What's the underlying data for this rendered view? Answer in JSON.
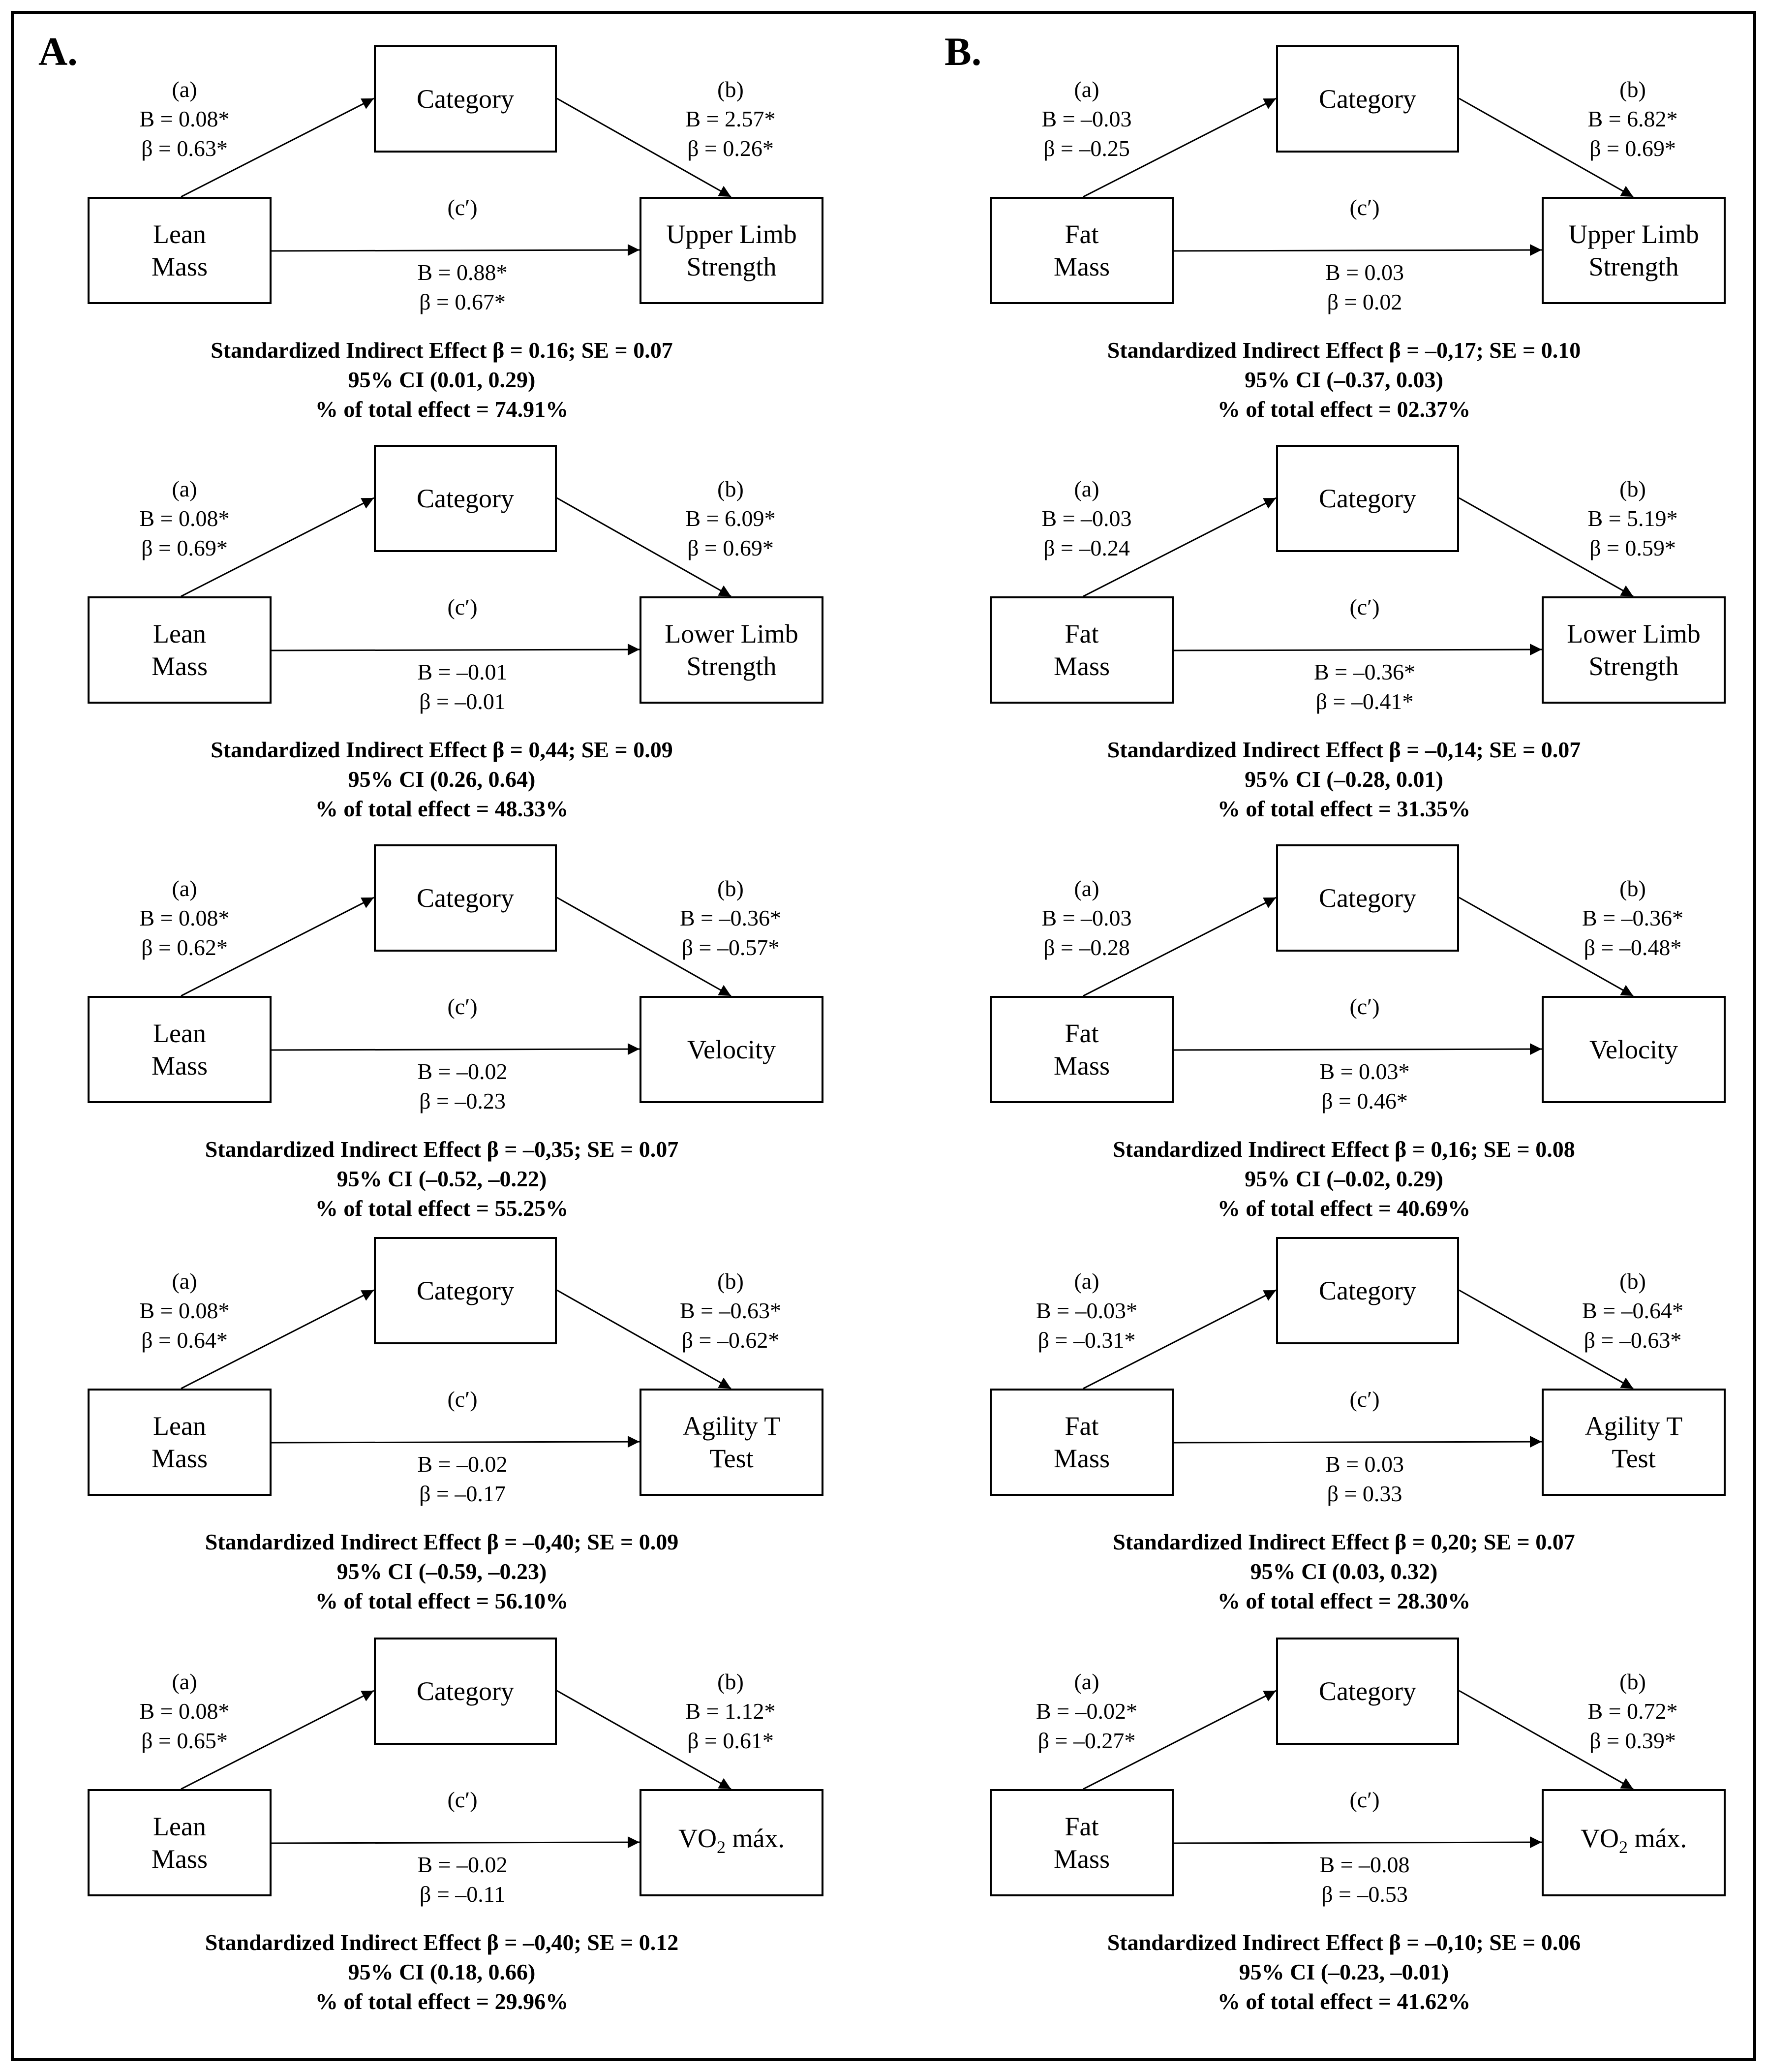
{
  "panels": [
    {
      "label": "A.",
      "models": [
        {
          "predictor": [
            "Lean",
            "Mass"
          ],
          "mediator": "Category",
          "outcome": [
            "Upper Limb",
            "Strength"
          ],
          "a": [
            "(a)",
            "B = 0.08*",
            "β = 0.63*"
          ],
          "b": [
            "(b)",
            "B = 2.57*",
            "β = 0.26*"
          ],
          "c_label": "(c′)",
          "c": [
            "B = 0.88*",
            "β = 0.67*"
          ],
          "summary": [
            "Standardized Indirect Effect β = 0.16; SE = 0.07",
            "95% CI (0.01, 0.29)",
            "% of total effect = 74.91%"
          ]
        },
        {
          "predictor": [
            "Lean",
            "Mass"
          ],
          "mediator": "Category",
          "outcome": [
            "Lower Limb",
            "Strength"
          ],
          "a": [
            "(a)",
            "B = 0.08*",
            "β = 0.69*"
          ],
          "b": [
            "(b)",
            "B = 6.09*",
            "β = 0.69*"
          ],
          "c_label": "(c′)",
          "c": [
            "B = –0.01",
            "β = –0.01"
          ],
          "summary": [
            "Standardized Indirect Effect β = 0,44; SE = 0.09",
            "95% CI (0.26, 0.64)",
            "% of total effect = 48.33%"
          ]
        },
        {
          "predictor": [
            "Lean",
            "Mass"
          ],
          "mediator": "Category",
          "outcome": [
            "Velocity"
          ],
          "a": [
            "(a)",
            "B = 0.08*",
            "β = 0.62*"
          ],
          "b": [
            "(b)",
            "B = –0.36*",
            "β = –0.57*"
          ],
          "c_label": "(c′)",
          "c": [
            "B = –0.02",
            "β = –0.23"
          ],
          "summary": [
            "Standardized Indirect Effect β = –0,35; SE = 0.07",
            "95% CI (–0.52, –0.22)",
            "% of total effect = 55.25%"
          ]
        },
        {
          "predictor": [
            "Lean",
            "Mass"
          ],
          "mediator": "Category",
          "outcome": [
            "Agility T",
            "Test"
          ],
          "a": [
            "(a)",
            "B = 0.08*",
            "β = 0.64*"
          ],
          "b": [
            "(b)",
            "B = –0.63*",
            "β = –0.62*"
          ],
          "c_label": "(c′)",
          "c": [
            "B = –0.02",
            "β = –0.17"
          ],
          "summary": [
            "Standardized Indirect Effect β = –0,40; SE = 0.09",
            "95% CI (–0.59, –0.23)",
            "% of total effect = 56.10%"
          ]
        },
        {
          "predictor": [
            "Lean",
            "Mass"
          ],
          "mediator": "Category",
          "outcome": [
            "VO2 máx."
          ],
          "a": [
            "(a)",
            "B = 0.08*",
            "β = 0.65*"
          ],
          "b": [
            "(b)",
            "B = 1.12*",
            "β = 0.61*"
          ],
          "c_label": "(c′)",
          "c": [
            "B = –0.02",
            "β = –0.11"
          ],
          "summary": [
            "Standardized Indirect Effect β = –0,40; SE = 0.12",
            "95% CI (0.18, 0.66)",
            "% of total effect = 29.96%"
          ]
        }
      ]
    },
    {
      "label": "B.",
      "models": [
        {
          "predictor": [
            "Fat",
            "Mass"
          ],
          "mediator": "Category",
          "outcome": [
            "Upper Limb",
            "Strength"
          ],
          "a": [
            "(a)",
            "B = –0.03",
            "β = –0.25"
          ],
          "b": [
            "(b)",
            "B = 6.82*",
            "β = 0.69*"
          ],
          "c_label": "(c′)",
          "c": [
            "B = 0.03",
            "β = 0.02"
          ],
          "summary": [
            "Standardized Indirect Effect β = –0,17; SE = 0.10",
            "95% CI (–0.37, 0.03)",
            "% of total effect = 02.37%"
          ]
        },
        {
          "predictor": [
            "Fat",
            "Mass"
          ],
          "mediator": "Category",
          "outcome": [
            "Lower Limb",
            "Strength"
          ],
          "a": [
            "(a)",
            "B = –0.03",
            "β = –0.24"
          ],
          "b": [
            "(b)",
            "B = 5.19*",
            "β = 0.59*"
          ],
          "c_label": "(c′)",
          "c": [
            "B = –0.36*",
            "β = –0.41*"
          ],
          "summary": [
            "Standardized Indirect Effect β = –0,14; SE = 0.07",
            "95% CI (–0.28, 0.01)",
            "% of total effect = 31.35%"
          ]
        },
        {
          "predictor": [
            "Fat",
            "Mass"
          ],
          "mediator": "Category",
          "outcome": [
            "Velocity"
          ],
          "a": [
            "(a)",
            "B = –0.03",
            "β = –0.28"
          ],
          "b": [
            "(b)",
            "B = –0.36*",
            "β = –0.48*"
          ],
          "c_label": "(c′)",
          "c": [
            "B = 0.03*",
            "β = 0.46*"
          ],
          "summary": [
            "Standardized Indirect Effect β = 0,16; SE = 0.08",
            "95% CI (–0.02, 0.29)",
            "% of total effect = 40.69%"
          ]
        },
        {
          "predictor": [
            "Fat",
            "Mass"
          ],
          "mediator": "Category",
          "outcome": [
            "Agility T",
            "Test"
          ],
          "a": [
            "(a)",
            "B = –0.03*",
            "β = –0.31*"
          ],
          "b": [
            "(b)",
            "B = –0.64*",
            "β = –0.63*"
          ],
          "c_label": "(c′)",
          "c": [
            "B = 0.03",
            "β = 0.33"
          ],
          "summary": [
            "Standardized Indirect Effect β = 0,20; SE = 0.07",
            "95% CI (0.03, 0.32)",
            "% of total effect = 28.30%"
          ]
        },
        {
          "predictor": [
            "Fat",
            "Mass"
          ],
          "mediator": "Category",
          "outcome": [
            "VO2 máx."
          ],
          "a": [
            "(a)",
            "B = –0.02*",
            "β = –0.27*"
          ],
          "b": [
            "(b)",
            "B = 0.72*",
            "β = 0.39*"
          ],
          "c_label": "(c′)",
          "c": [
            "B = –0.08",
            "β = –0.53"
          ],
          "summary": [
            "Standardized Indirect Effect β = –0,10; SE = 0.06",
            "95% CI (–0.23, –0.01)",
            "% of total effect = 41.62%"
          ]
        }
      ]
    }
  ]
}
